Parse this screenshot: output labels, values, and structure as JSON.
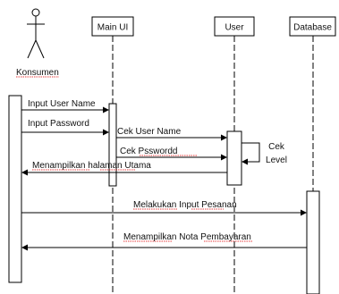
{
  "participants": {
    "actor": "Konsumen",
    "main_ui": "Main UI",
    "user": "User",
    "database": "Database"
  },
  "messages": {
    "m1": "Input User Name",
    "m2": "Input Password",
    "m3": "Cek User Name",
    "m4": "Cek Psswordd",
    "m5": "Menampilkan  halaman  Utama",
    "m6": "Melakukan  Input Pesanan",
    "m7": "Menampilkan  Nota  Pembayaran"
  },
  "self_message": {
    "line1": "Cek",
    "line2": "Level"
  },
  "colors": {
    "line": "#000000",
    "spellcheck": "#ff0000"
  }
}
